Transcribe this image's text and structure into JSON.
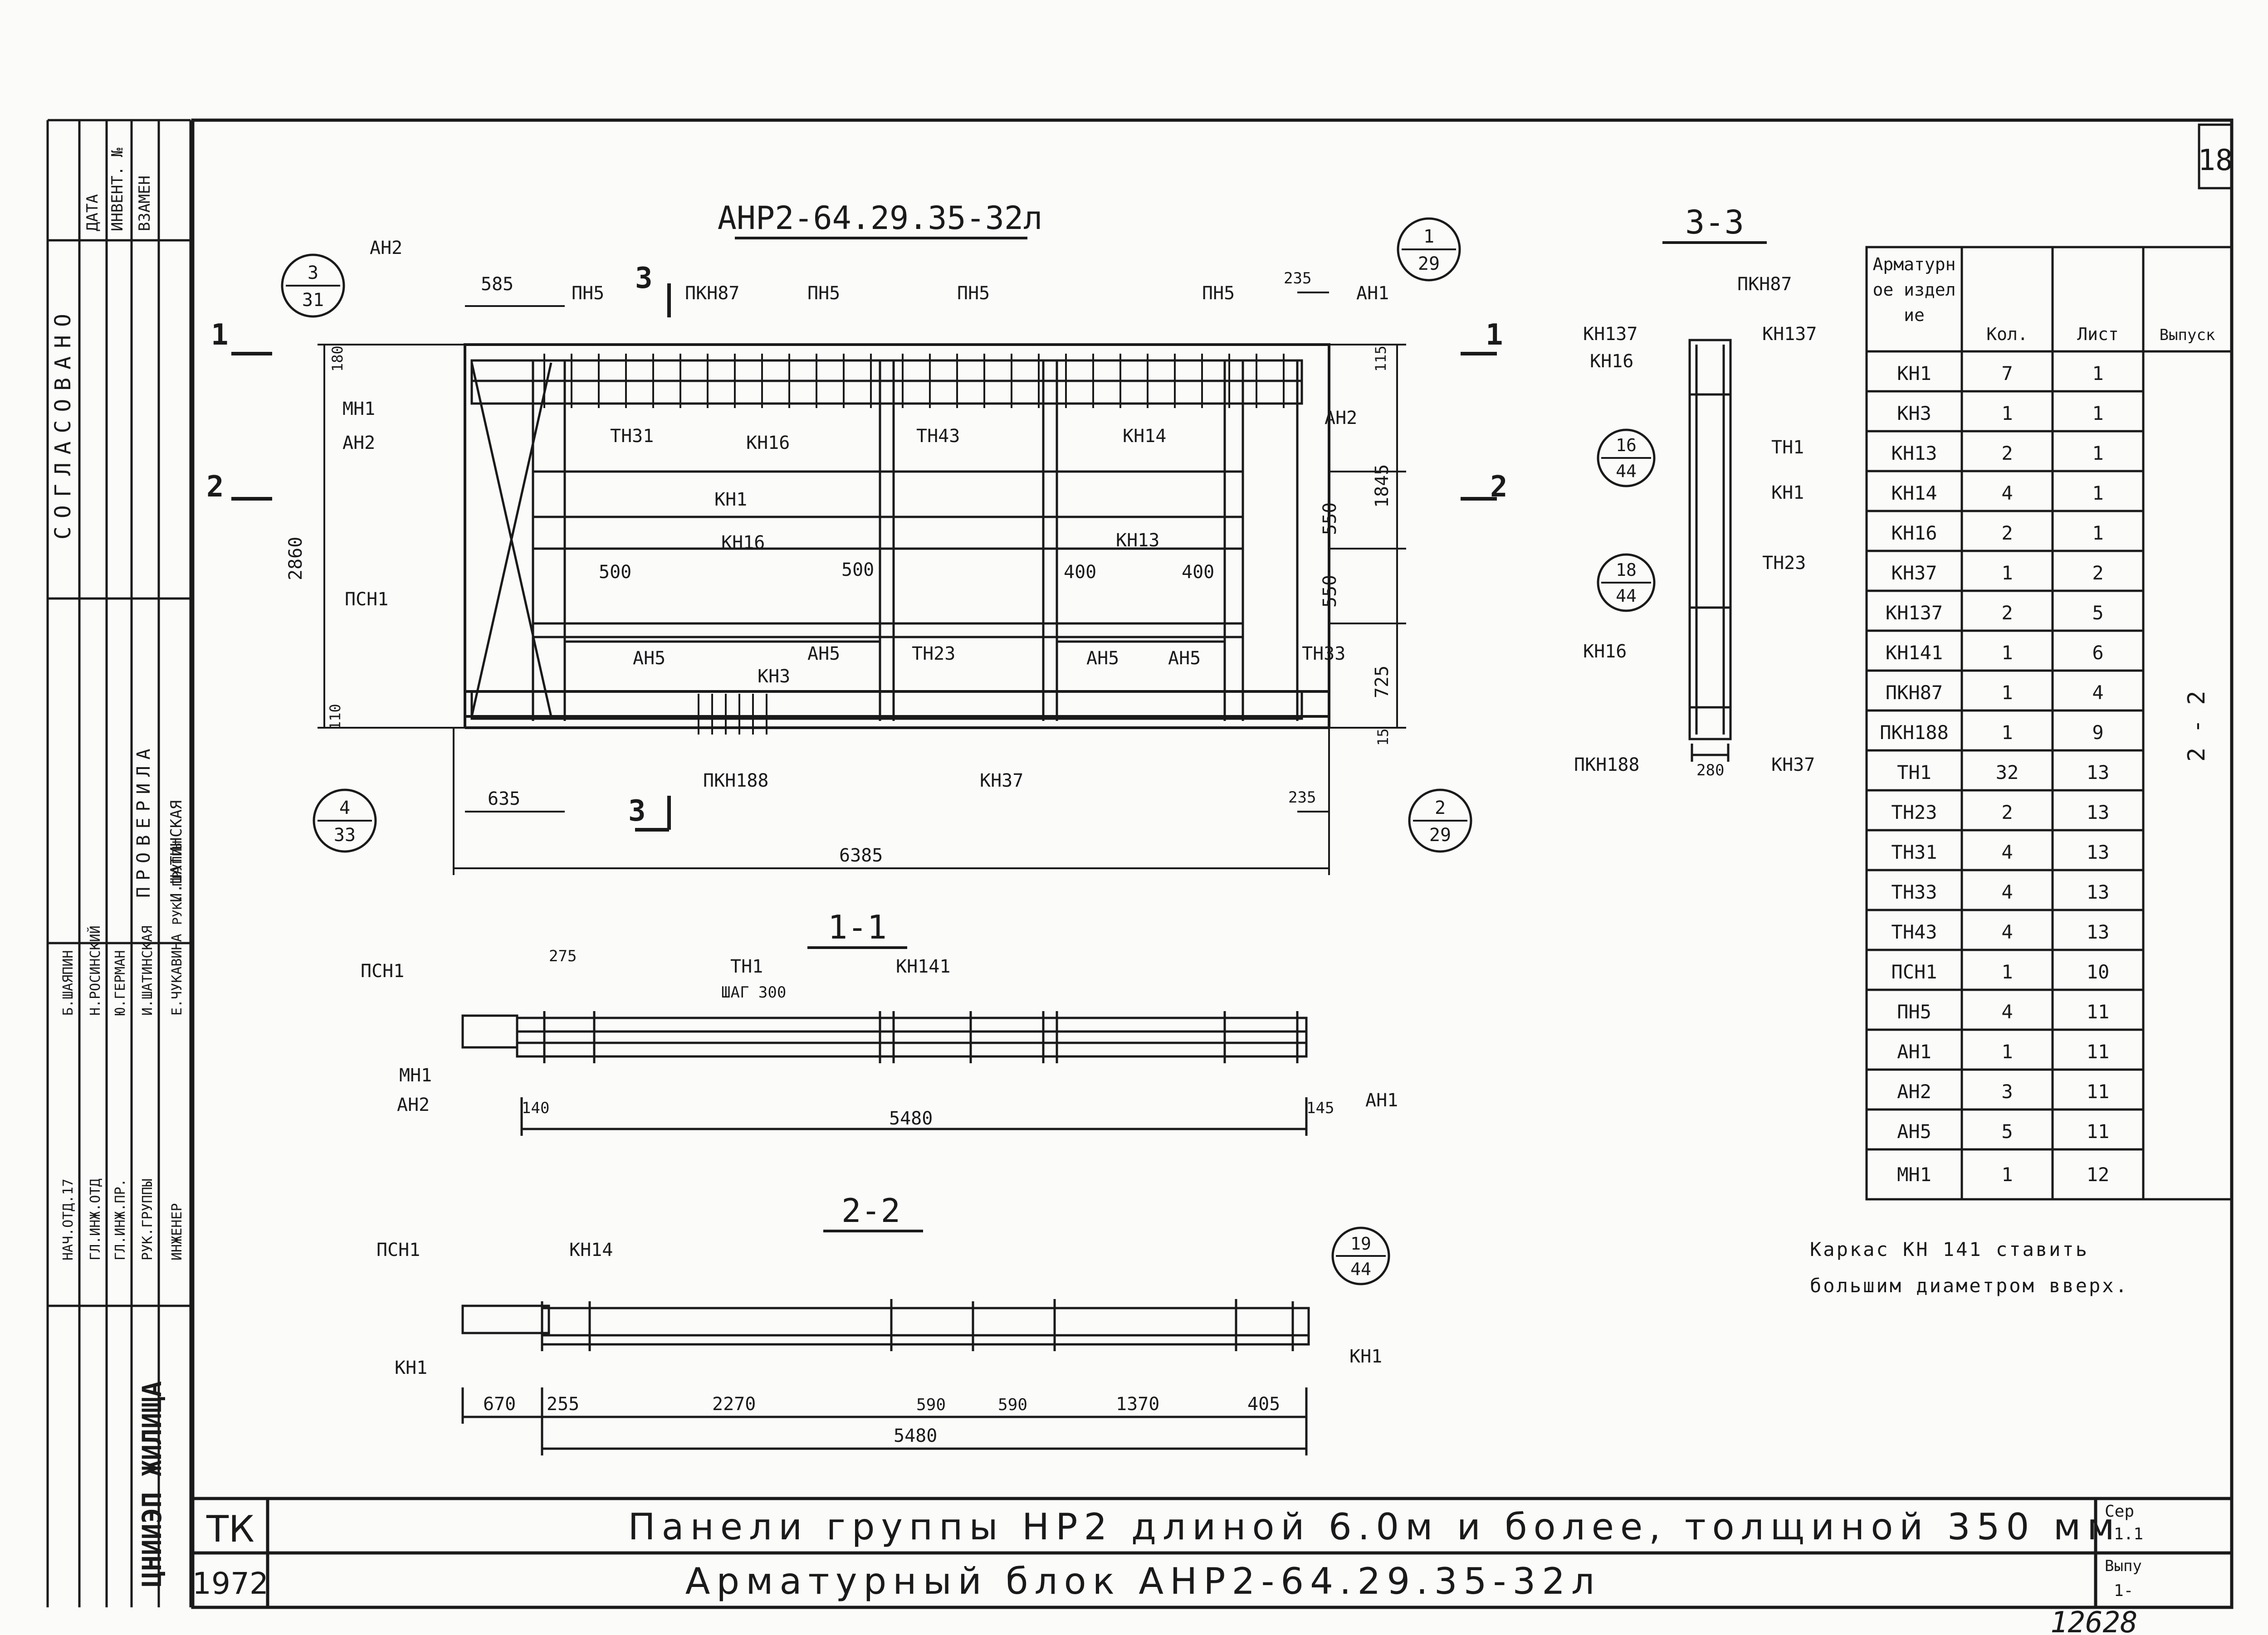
{
  "sheet_number": "18",
  "main_title": "АНР2-64.29.35-32л",
  "section_titles": {
    "s11": "1-1",
    "s22": "2-2",
    "s33": "3-3"
  },
  "margin": {
    "top_labels": [
      "ДАТА",
      "ИНВЕНТ. №",
      "ВЗАМЕН"
    ],
    "soglasovano": "СОГЛАСОВАНО",
    "proverila": "ПРОВЕРИЛА",
    "proverila_name": "И.ШАТИНСКАЯ",
    "ruk_grupp": "РУК. ГРУППЫ",
    "names": [
      "Б.ШАЯПИН",
      "Н.РОСИНСКИЙ",
      "Ю.ГЕРМАН",
      "И.ШАТИНСКАЯ",
      "Е.ЧУКАВИНА"
    ],
    "roles": [
      "НАЧ.ОТД.17",
      "ГЛ.ИНЖ.ОТД",
      "ГЛ.ИНЖ.ПР.",
      "РУК.ГРУППЫ",
      "ИНЖЕНЕР"
    ],
    "org": "ЦНИИЭП ЖИЛИЩА"
  },
  "plan": {
    "labels": {
      "an2_top": "АН2",
      "pn5_1": "ПН5",
      "pkn87": "ПКН87",
      "pn5_2": "ПН5",
      "pn5_3": "ПН5",
      "pn5_4": "ПН5",
      "an1": "АН1",
      "mn1": "МН1",
      "an2_left": "АН2",
      "tn31": "ТН31",
      "kn16_top": "КН16",
      "tn43": "ТН43",
      "kn14": "КН14",
      "an2_right": "АН2",
      "kn1": "КН1",
      "kn16_mid": "КН16",
      "kn13": "КН13",
      "psn1": "ПСН1",
      "an5_1": "АН5",
      "an5_2": "АН5",
      "tn23": "ТН23",
      "an5_3": "АН5",
      "an5_4": "АН5",
      "tn33": "ТН33",
      "kn3": "КН3",
      "pkn188": "ПКН188",
      "kn37": "КН37",
      "cut1_l": "1",
      "cut1_r": "1",
      "cut2_l": "2",
      "cut2_r": "2",
      "cut3_t": "3",
      "cut3_b": "3"
    },
    "dims": {
      "d585": "585",
      "d235t": "235",
      "d180": "180",
      "d115": "115",
      "d2860": "2860",
      "d1845": "1845",
      "d550a": "550",
      "d550b": "550",
      "d725": "725",
      "d15": "15",
      "d110": "110",
      "d500a": "500",
      "d500b": "500",
      "d400a": "400",
      "d400b": "400",
      "d635": "635",
      "d235b": "235",
      "d6385": "6385"
    },
    "callouts": [
      {
        "top": "3",
        "bottom": "31"
      },
      {
        "top": "1",
        "bottom": "29"
      },
      {
        "top": "4",
        "bottom": "33"
      },
      {
        "top": "2",
        "bottom": "29"
      }
    ]
  },
  "section11": {
    "labels": {
      "psn1": "ПСН1",
      "tn1": "ТН1",
      "step": "ШАГ 300",
      "kn141": "КН141",
      "mn1": "МН1",
      "an2": "АН2",
      "an1": "АН1"
    },
    "dims": {
      "d275": "275",
      "d140": "140",
      "d5480": "5480",
      "d145": "145"
    }
  },
  "section22": {
    "labels": {
      "psn1": "ПСН1",
      "kn14": "КН14",
      "kn1_l": "КН1",
      "kn1_r": "КН1"
    },
    "callout": {
      "top": "19",
      "bottom": "44"
    },
    "dims": {
      "d670": "670",
      "d255": "255",
      "d2270": "2270",
      "d590a": "590",
      "d590b": "590",
      "d1370": "1370",
      "d405": "405",
      "d5480": "5480"
    }
  },
  "section33": {
    "labels": {
      "pkn87": "ПКН87",
      "kn137_l": "КН137",
      "kn137_r": "КН137",
      "kn16_t": "КН16",
      "tn1": "ТН1",
      "kn1": "КН1",
      "tn23": "ТН23",
      "kn16_b": "КН16",
      "pkn188": "ПКН188",
      "kn37": "КН37",
      "d280": "280"
    },
    "callouts": [
      {
        "top": "16",
        "bottom": "44"
      },
      {
        "top": "18",
        "bottom": "44"
      }
    ]
  },
  "side_label": "2 - 2",
  "spec_table": {
    "headers": [
      "Арматурное изделие",
      "Кол.",
      "Лист",
      "Выпуск"
    ],
    "rows": [
      [
        "КН1",
        "7",
        "1"
      ],
      [
        "КН3",
        "1",
        "1"
      ],
      [
        "КН13",
        "2",
        "1"
      ],
      [
        "КН14",
        "4",
        "1"
      ],
      [
        "КН16",
        "2",
        "1"
      ],
      [
        "КН37",
        "1",
        "2"
      ],
      [
        "КН137",
        "2",
        "5"
      ],
      [
        "КН141",
        "1",
        "6"
      ],
      [
        "ПКН87",
        "1",
        "4"
      ],
      [
        "ПКН188",
        "1",
        "9"
      ],
      [
        "ТН1",
        "32",
        "13"
      ],
      [
        "ТН23",
        "2",
        "13"
      ],
      [
        "ТН31",
        "4",
        "13"
      ],
      [
        "ТН33",
        "4",
        "13"
      ],
      [
        "ТН43",
        "4",
        "13"
      ],
      [
        "ПСН1",
        "1",
        "10"
      ],
      [
        "ПН5",
        "4",
        "11"
      ],
      [
        "АН1",
        "1",
        "11"
      ],
      [
        "АН2",
        "3",
        "11"
      ],
      [
        "АН5",
        "5",
        "11"
      ],
      [
        "МН1",
        "1",
        "12"
      ]
    ]
  },
  "note": {
    "line1": "Каркас КН 141 ставить",
    "line2": "большим диаметром вверх."
  },
  "title_block": {
    "tk": "ТК",
    "year": "1972",
    "line1": "Панели группы НР2 длиной 6.0м и более, толщиной 350 мм",
    "line2": "Арматурный блок АНР2-64.29.35-32л",
    "ser_label": "Сер",
    "ser_value": "1.1",
    "vyp_label": "Выпу",
    "vyp_value": "1-"
  },
  "archive_number": "12628"
}
